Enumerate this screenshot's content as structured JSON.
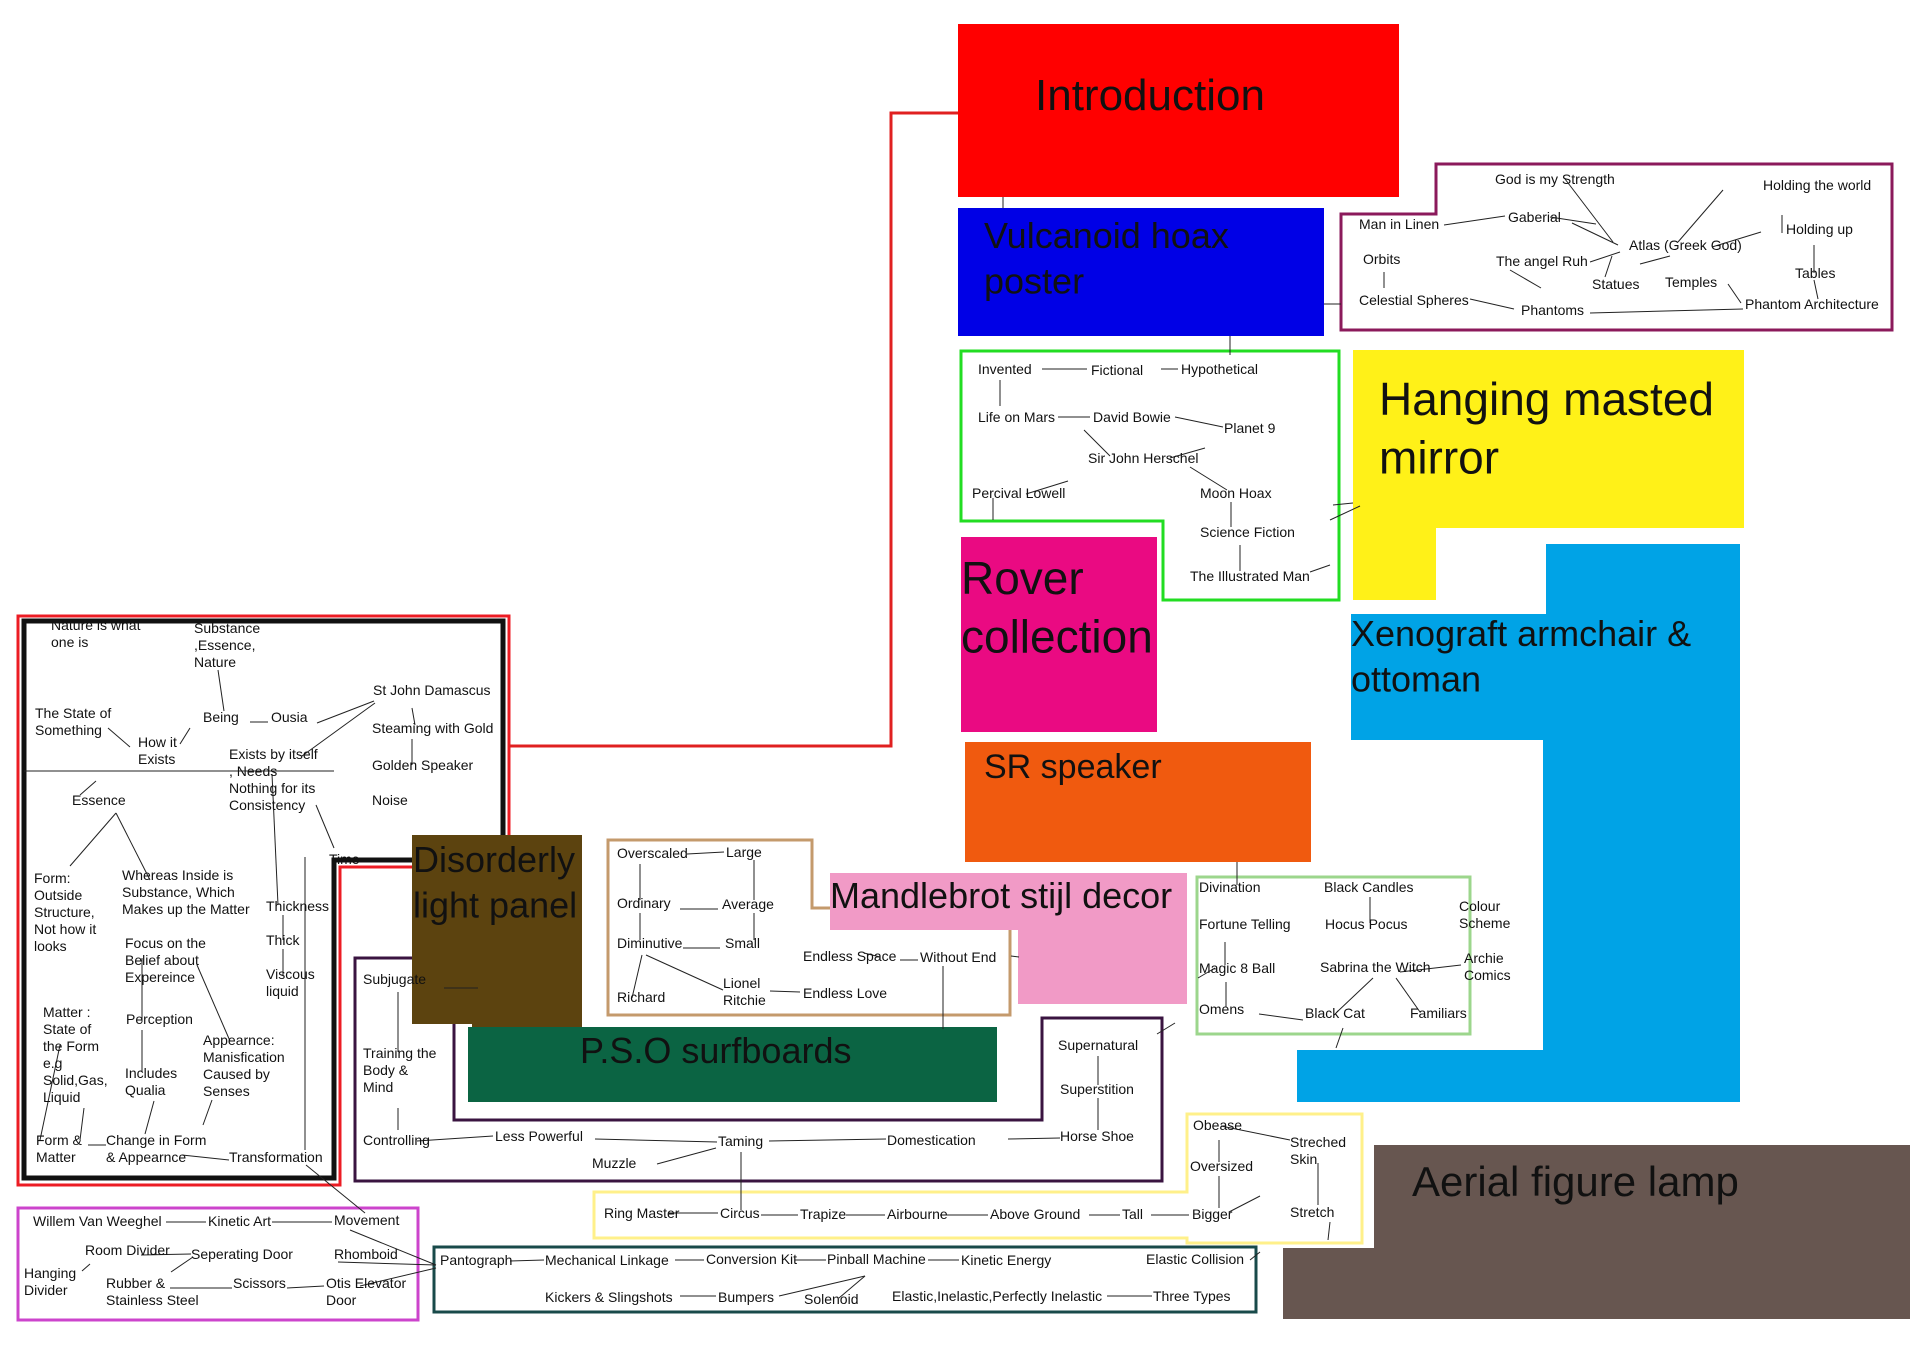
{
  "sections": {
    "introduction": {
      "title": "Introduction",
      "color": "#ff0000"
    },
    "vulcanoid": {
      "title_lines": [
        "Vulcanoid hoax",
        "poster"
      ],
      "color": "#0000e6"
    },
    "hanging": {
      "title_lines": [
        "Hanging masted",
        "mirror"
      ],
      "color": "#fff118"
    },
    "rover": {
      "title_lines": [
        "Rover",
        "collection"
      ],
      "color": "#ea0a82"
    },
    "xenograft": {
      "title_lines": [
        "Xenograft armchair &",
        "ottoman"
      ],
      "color": "#00a3e6"
    },
    "sr": {
      "title": "SR speaker",
      "color": "#f05a0f"
    },
    "disorderly": {
      "title_lines": [
        "Disorderly",
        "light panel"
      ],
      "color": "#5c430f"
    },
    "mandlebrot": {
      "title": "Mandlebrot stijl decor",
      "color": "#f19ac6"
    },
    "pso": {
      "title": "P.S.O surfboards",
      "color": "#0b6443"
    },
    "aerial": {
      "title": "Aerial figure lamp",
      "color": "#675650"
    }
  },
  "nodes": {
    "n1": "God is my Strength",
    "n2": "Holding the world",
    "n3": "Man in Linen",
    "n4": "Gaberial",
    "n5": "Holding up",
    "n6": "Orbits",
    "n7": "Atlas (Greek God)",
    "n8": "The angel Ruh",
    "n9": "Tables",
    "n10": "Statues",
    "n11": "Temples",
    "n12": "Celestial Spheres",
    "n13": "Phantoms",
    "n14": "Phantom Architecture",
    "n15": "Invented",
    "n16": "Fictional",
    "n17": "Hypothetical",
    "n18": "Life on Mars",
    "n19": "David Bowie",
    "n20": "Planet 9",
    "n21": "Sir John Herschel",
    "n22": "Percival Lowell",
    "n23": "Moon Hoax",
    "n24": "Science Fiction",
    "n25": "The Illustrated Man",
    "n26": [
      "Nature is what",
      "one is"
    ],
    "n27": [
      "Substance",
      ",Essence,",
      "Nature"
    ],
    "n28": [
      "The State of",
      "Something"
    ],
    "n29": "Being",
    "n30": "Ousia",
    "n31": "St John Damascus",
    "n32": [
      "How it",
      "Exists"
    ],
    "n33": "Steaming with Gold",
    "n34": [
      "Exists by itself",
      ", Needs",
      "Nothing for its",
      "Consistency"
    ],
    "n35": "Golden Speaker",
    "n36": "Essence",
    "n37": "Noise",
    "n38": "Time",
    "n39": [
      "Form:",
      "Outside",
      "Structure,",
      "Not how it",
      "looks"
    ],
    "n40": [
      "Whereas Inside is",
      "Substance, Which",
      "Makes up the Matter"
    ],
    "n41": "Thickness",
    "n42": "Thick",
    "n43": [
      "Focus on the",
      "Belief about",
      "Expereince"
    ],
    "n44": [
      "Viscous",
      "liquid"
    ],
    "n45": "Perception",
    "n46": [
      "Matter :",
      "State of",
      "the Form",
      "e.g",
      "Solid,Gas,",
      "Liquid"
    ],
    "n47": [
      "Appearnce:",
      "Manisfication",
      "Caused by",
      "Senses"
    ],
    "n48": [
      "Includes",
      "Qualia"
    ],
    "n49": [
      "Form &",
      "Matter"
    ],
    "n50": [
      "Change in Form",
      "& Appearnce"
    ],
    "n51": "Transformation",
    "n52": "Overscaled",
    "n53": "Large",
    "n54": "Ordinary",
    "n55": "Average",
    "n56": "Diminutive",
    "n57": "Small",
    "n58": "Endless Space",
    "n59": "Without End",
    "n60": "Richard",
    "n61": [
      "Lionel",
      "Ritchie"
    ],
    "n62": "Endless Love",
    "n63": "Divination",
    "n64": "Black Candles",
    "n65": [
      "Colour",
      "Scheme"
    ],
    "n66": "Fortune Telling",
    "n67": "Hocus Pocus",
    "n68": "Magic 8 Ball",
    "n69": "Sabrina the Witch",
    "n70": [
      "Archie",
      "Comics"
    ],
    "n71": "Omens",
    "n72": "Black Cat",
    "n73": "Familiars",
    "n74": "Subjugate",
    "n75": [
      "Training the",
      "Body &",
      "Mind"
    ],
    "n76": "Supernatural",
    "n77": "Superstition",
    "n78": "Controlling",
    "n79": "Less Powerful",
    "n80": "Taming",
    "n81": "Domestication",
    "n82": "Horse Shoe",
    "n83": "Muzzle",
    "n84": "Obease",
    "n85": [
      "Streched",
      "Skin"
    ],
    "n86": "Oversized",
    "n87": "Ring Master",
    "n88": "Circus",
    "n89": "Trapize",
    "n90": "Airbourne",
    "n91": "Above Ground",
    "n92": "Tall",
    "n93": "Bigger",
    "n94": "Stretch",
    "n95": "Willem Van Weeghel",
    "n96": "Kinetic Art",
    "n97": "Movement",
    "n98": "Room Divider",
    "n99": "Seperating Door",
    "n100": "Rhomboid",
    "n101": [
      "Hanging",
      "Divider"
    ],
    "n102": [
      "Rubber &",
      "Stainless Steel"
    ],
    "n103": "Scissors",
    "n104": [
      "Otis Elevator",
      "Door"
    ],
    "n105": "Pantograph",
    "n106": "Mechanical Linkage",
    "n107": "Conversion Kit",
    "n108": "Pinball Machine",
    "n109": "Kinetic Energy",
    "n110": "Elastic Collision",
    "n111": "Kickers & Slingshots",
    "n112": "Bumpers",
    "n113": "Solenoid",
    "n114": "Elastic,Inelastic,Perfectly Inelastic",
    "n115": "Three Types"
  },
  "group_colors": {
    "red_frame": "#ec1c24",
    "black": "#111111",
    "purple_top": "#8b1a5b",
    "green": "#22dd22",
    "tan": "#c49a6c",
    "light_green": "#9cd68c",
    "dark_purple": "#3a1440",
    "yellow": "#fff08a",
    "magenta": "#cc44cc",
    "dark_teal": "#184a4a",
    "red_line": "#e02020"
  }
}
